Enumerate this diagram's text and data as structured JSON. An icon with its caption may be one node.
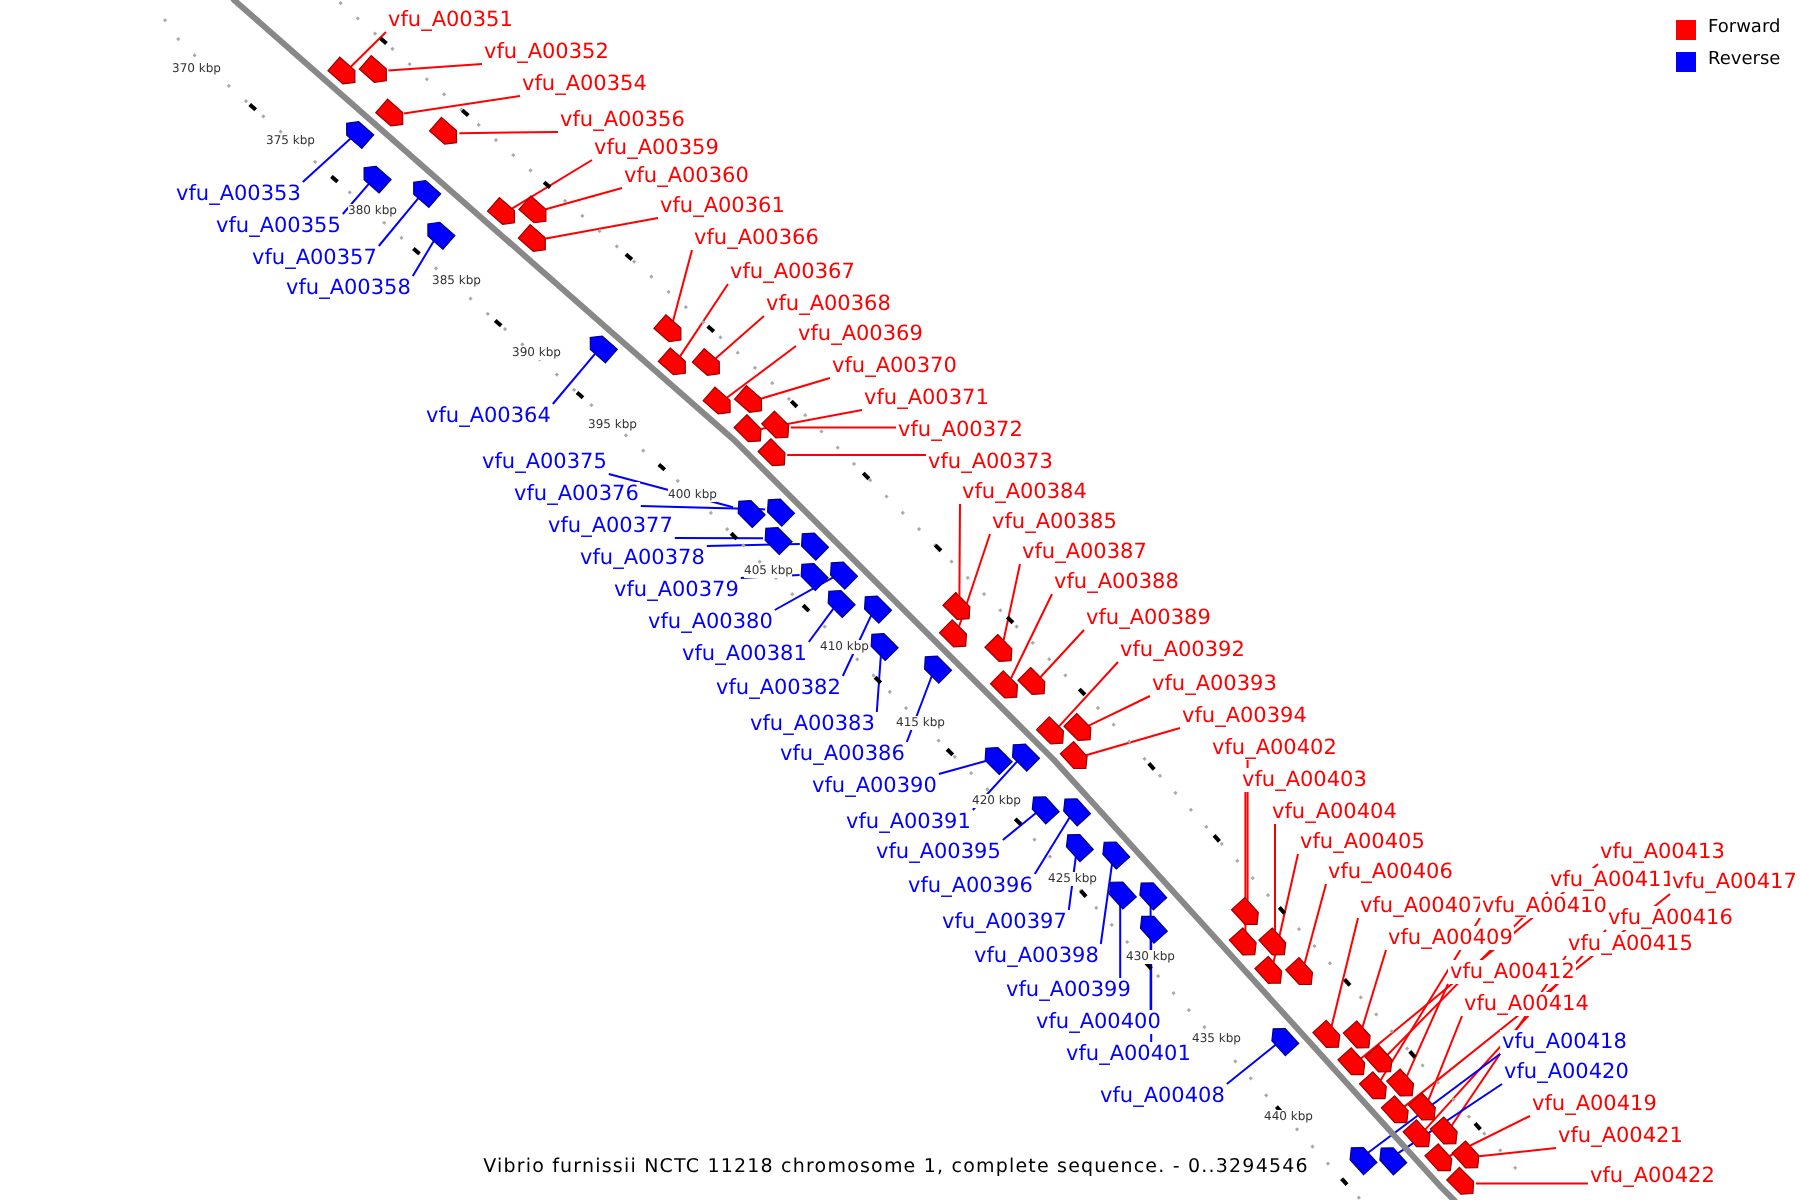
{
  "diagram": {
    "caption": "Vibrio furnissii NCTC 11218 chromosome 1, complete sequence. - 0..3294546",
    "nodes": [
      {
        "text": [
          "vfu_A00351"
        ]
      },
      {
        "text": [
          "vfu_A00352"
        ]
      },
      {
        "text": [
          "vfu_A00354"
        ]
      },
      {
        "text": [
          "vfu_A00356"
        ]
      },
      {
        "text": [
          "vfu_A00359"
        ]
      },
      {
        "text": [
          "vfu_A00360"
        ]
      },
      {
        "text": [
          "vfu_A00353"
        ]
      },
      {
        "text": [
          "vfu_A00361"
        ]
      },
      {
        "text": [
          "vfu_A00355"
        ]
      },
      {
        "text": [
          "vfu_A00366"
        ]
      },
      {
        "text": [
          "vfu_A00357"
        ]
      },
      {
        "text": [
          "vfu_A00367"
        ]
      },
      {
        "text": [
          "vfu_A00358"
        ]
      },
      {
        "text": [
          "vfu_A00368"
        ]
      },
      {
        "text": [
          "vfu_A00369"
        ]
      },
      {
        "text": [
          "vfu_A00370"
        ]
      },
      {
        "text": [
          "vfu_A00371"
        ]
      },
      {
        "text": [
          "vfu_A00364"
        ]
      },
      {
        "text": [
          "vfu_A00372"
        ]
      },
      {
        "text": [
          "vfu_A00375"
        ]
      },
      {
        "text": [
          "vfu_A00373"
        ]
      },
      {
        "text": [
          "vfu_A00376"
        ]
      },
      {
        "text": [
          "vfu_A00384"
        ]
      },
      {
        "text": [
          "vfu_A00377"
        ]
      },
      {
        "text": [
          "vfu_A00385"
        ]
      },
      {
        "text": [
          "vfu_A00378"
        ]
      },
      {
        "text": [
          "vfu_A00387"
        ]
      },
      {
        "text": [
          "vfu_A00379"
        ]
      },
      {
        "text": [
          "vfu_A00388"
        ]
      },
      {
        "text": [
          "vfu_A00380"
        ]
      },
      {
        "text": [
          "vfu_A00389"
        ]
      },
      {
        "text": [
          "vfu_A00381"
        ]
      },
      {
        "text": [
          "vfu_A00392"
        ]
      },
      {
        "text": [
          "vfu_A00382"
        ]
      },
      {
        "text": [
          "vfu_A00393"
        ]
      },
      {
        "text": [
          "vfu_A00383"
        ]
      },
      {
        "text": [
          "vfu_A00394"
        ]
      },
      {
        "text": [
          "vfu_A00386"
        ]
      },
      {
        "text": [
          "vfu_A00402"
        ]
      },
      {
        "text": [
          "vfu_A00390"
        ]
      },
      {
        "text": [
          "vfu_A00403"
        ]
      },
      {
        "text": [
          "vfu_A00391"
        ]
      },
      {
        "text": [
          "vfu_A00404"
        ]
      },
      {
        "text": [
          "vfu_A00395"
        ]
      },
      {
        "text": [
          "vfu_A00405"
        ]
      },
      {
        "text": [
          "vfu_A00413"
        ]
      },
      {
        "text": [
          "vfu_A00396"
        ]
      },
      {
        "text": [
          "vfu_A00406"
        ]
      },
      {
        "text": [
          "vfu_A00411"
        ]
      },
      {
        "text": [
          "vfu_A00417"
        ]
      },
      {
        "text": [
          "vfu_A00397"
        ]
      },
      {
        "text": [
          "vfu_A00407"
        ]
      },
      {
        "text": [
          "vfu_A00410"
        ]
      },
      {
        "text": [
          "vfu_A00416"
        ]
      },
      {
        "text": [
          "vfu_A00409"
        ]
      },
      {
        "text": [
          "vfu_A00415"
        ]
      },
      {
        "text": [
          "vfu_A00398"
        ]
      },
      {
        "text": [
          "vfu_A00412"
        ]
      },
      {
        "text": [
          "vfu_A00399"
        ]
      },
      {
        "text": [
          "vfu_A00414"
        ]
      },
      {
        "text": [
          "vfu_A00400"
        ]
      },
      {
        "text": [
          "vfu_A00418"
        ]
      },
      {
        "text": [
          "vfu_A00401"
        ]
      },
      {
        "text": [
          "vfu_A00420"
        ]
      },
      {
        "text": [
          "vfu_A00408"
        ]
      },
      {
        "text": [
          "vfu_A00419"
        ]
      },
      {
        "text": [
          "vfu_A00421"
        ]
      },
      {
        "text": [
          "vfu_A00422"
        ]
      },
      {
        "text": [],
        "shape": "arrow"
      },
      {
        "text": [],
        "shape": "arrow"
      },
      {
        "text": [],
        "shape": "arrow"
      },
      {
        "text": [],
        "shape": "arrow"
      },
      {
        "text": [],
        "shape": "arrow"
      },
      {
        "text": [],
        "shape": "arrow"
      },
      {
        "text": [],
        "shape": "arrow"
      },
      {
        "text": [],
        "shape": "arrow"
      },
      {
        "text": [],
        "shape": "arrow"
      },
      {
        "text": [],
        "shape": "arrow"
      },
      {
        "text": [],
        "shape": "arrow"
      },
      {
        "text": [],
        "shape": "arrow"
      },
      {
        "text": [],
        "shape": "arrow"
      },
      {
        "text": [],
        "shape": "arrow"
      },
      {
        "text": [],
        "shape": "arrow"
      },
      {
        "text": [],
        "shape": "arrow"
      },
      {
        "text": [],
        "shape": "arrow"
      },
      {
        "text": [],
        "shape": "arrow"
      },
      {
        "text": [],
        "shape": "arrow"
      },
      {
        "text": [],
        "shape": "arrow"
      },
      {
        "text": [],
        "shape": "arrow"
      },
      {
        "text": [],
        "shape": "arrow"
      },
      {
        "text": [],
        "shape": "arrow"
      },
      {
        "text": [],
        "shape": "arrow"
      },
      {
        "text": [],
        "shape": "arrow"
      },
      {
        "text": [],
        "shape": "arrow"
      },
      {
        "text": [],
        "shape": "arrow"
      },
      {
        "text": [],
        "shape": "arrow"
      },
      {
        "text": [],
        "shape": "arrow"
      },
      {
        "text": [],
        "shape": "arrow"
      },
      {
        "text": [],
        "shape": "arrow"
      },
      {
        "text": [],
        "shape": "arrow"
      },
      {
        "text": [],
        "shape": "arrow"
      },
      {
        "text": [],
        "shape": "arrow"
      },
      {
        "text": [],
        "shape": "arrow"
      },
      {
        "text": [],
        "shape": "arrow"
      },
      {
        "text": [],
        "shape": "arrow"
      },
      {
        "text": [],
        "shape": "arrow"
      },
      {
        "text": [],
        "shape": "arrow"
      },
      {
        "text": [],
        "shape": "arrow"
      },
      {
        "text": [],
        "shape": "arrow"
      },
      {
        "text": [],
        "shape": "arrow"
      },
      {
        "text": [],
        "shape": "arrow"
      },
      {
        "text": [],
        "shape": "arrow"
      },
      {
        "text": [],
        "shape": "arrow"
      },
      {
        "text": [],
        "shape": "arrow"
      },
      {
        "text": [],
        "shape": "arrow"
      },
      {
        "text": [],
        "shape": "arrow"
      },
      {
        "text": [],
        "shape": "arrow"
      },
      {
        "text": [],
        "shape": "arrow"
      },
      {
        "text": [],
        "shape": "arrow"
      },
      {
        "text": [],
        "shape": "arrow"
      },
      {
        "text": [],
        "shape": "arrow"
      },
      {
        "text": [],
        "shape": "arrow"
      },
      {
        "text": [],
        "shape": "arrow"
      },
      {
        "text": [],
        "shape": "arrow"
      },
      {
        "text": [],
        "shape": "arrow"
      },
      {
        "text": [],
        "shape": "arrow"
      },
      {
        "text": [],
        "shape": "arrow"
      },
      {
        "text": [],
        "shape": "arrow"
      },
      {
        "text": [],
        "shape": "arrow"
      },
      {
        "text": [],
        "shape": "arrow"
      },
      {
        "text": [],
        "shape": "arrow"
      },
      {
        "text": [],
        "shape": "arrow"
      },
      {
        "text": [],
        "shape": "arrow"
      },
      {
        "text": [],
        "shape": "arrow"
      },
      {
        "text": [],
        "shape": "arrow"
      },
      {
        "text": [],
        "shape": "arrow"
      }
    ],
    "edges": [
      {
        "from": 0,
        "to": 68,
        "arrow": "none"
      },
      {
        "from": 1,
        "to": 69,
        "arrow": "none"
      },
      {
        "from": 2,
        "to": 70,
        "arrow": "none"
      },
      {
        "from": 3,
        "to": 71,
        "arrow": "none"
      },
      {
        "from": 4,
        "to": 72,
        "arrow": "none"
      },
      {
        "from": 5,
        "to": 73,
        "arrow": "none"
      },
      {
        "from": 6,
        "to": 74,
        "arrow": "none",
        "color": "#0000ff"
      },
      {
        "from": 7,
        "to": 75,
        "arrow": "none"
      },
      {
        "from": 8,
        "to": 76,
        "arrow": "none",
        "color": "#0000ff"
      },
      {
        "from": 9,
        "to": 77,
        "arrow": "none"
      },
      {
        "from": 10,
        "to": 78,
        "arrow": "none",
        "color": "#0000ff"
      },
      {
        "from": 11,
        "to": 79,
        "arrow": "none"
      },
      {
        "from": 12,
        "to": 80,
        "arrow": "none",
        "color": "#0000ff"
      },
      {
        "from": 13,
        "to": 81,
        "arrow": "none"
      },
      {
        "from": 14,
        "to": 82,
        "arrow": "none"
      },
      {
        "from": 15,
        "to": 83,
        "arrow": "none"
      },
      {
        "from": 16,
        "to": 84,
        "arrow": "none"
      },
      {
        "from": 17,
        "to": 85,
        "arrow": "none",
        "color": "#0000ff"
      },
      {
        "from": 18,
        "to": 86,
        "arrow": "none"
      },
      {
        "from": 19,
        "to": 87,
        "arrow": "none",
        "color": "#0000ff"
      },
      {
        "from": 20,
        "to": 88,
        "arrow": "none"
      },
      {
        "from": 21,
        "to": 89,
        "arrow": "none",
        "color": "#0000ff"
      },
      {
        "from": 22,
        "to": 90,
        "arrow": "none"
      },
      {
        "from": 23,
        "to": 91,
        "arrow": "none",
        "color": "#0000ff"
      },
      {
        "from": 24,
        "to": 92,
        "arrow": "none"
      },
      {
        "from": 25,
        "to": 93,
        "arrow": "none",
        "color": "#0000ff"
      },
      {
        "from": 26,
        "to": 94,
        "arrow": "none"
      },
      {
        "from": 27,
        "to": 95,
        "arrow": "none",
        "color": "#0000ff"
      },
      {
        "from": 28,
        "to": 96,
        "arrow": "none"
      },
      {
        "from": 29,
        "to": 97,
        "arrow": "none",
        "color": "#0000ff"
      },
      {
        "from": 30,
        "to": 98,
        "arrow": "none"
      },
      {
        "from": 31,
        "to": 99,
        "arrow": "none",
        "color": "#0000ff"
      },
      {
        "from": 32,
        "to": 100,
        "arrow": "none"
      },
      {
        "from": 33,
        "to": 101,
        "arrow": "none",
        "color": "#0000ff"
      },
      {
        "from": 34,
        "to": 102,
        "arrow": "none"
      },
      {
        "from": 35,
        "to": 103,
        "arrow": "none",
        "color": "#0000ff"
      },
      {
        "from": 36,
        "to": 104,
        "arrow": "none"
      },
      {
        "from": 37,
        "to": 105,
        "arrow": "none",
        "color": "#0000ff"
      },
      {
        "from": 38,
        "to": 106,
        "arrow": "none"
      },
      {
        "from": 39,
        "to": 107,
        "arrow": "none",
        "color": "#0000ff"
      },
      {
        "from": 40,
        "to": 108,
        "arrow": "none"
      },
      {
        "from": 41,
        "to": 109,
        "arrow": "none",
        "color": "#0000ff"
      },
      {
        "from": 42,
        "to": 110,
        "arrow": "none"
      },
      {
        "from": 43,
        "to": 111,
        "arrow": "none",
        "color": "#0000ff"
      },
      {
        "from": 44,
        "to": 112,
        "arrow": "none"
      },
      {
        "from": 45,
        "to": 113,
        "arrow": "none"
      },
      {
        "from": 46,
        "to": 114,
        "arrow": "none",
        "color": "#0000ff"
      },
      {
        "from": 47,
        "to": 115,
        "arrow": "none"
      },
      {
        "from": 48,
        "to": 116,
        "arrow": "none"
      },
      {
        "from": 49,
        "to": 117,
        "arrow": "none"
      },
      {
        "from": 50,
        "to": 118,
        "arrow": "none",
        "color": "#0000ff"
      },
      {
        "from": 51,
        "to": 119,
        "arrow": "none"
      },
      {
        "from": 52,
        "to": 120,
        "arrow": "none"
      },
      {
        "from": 53,
        "to": 121,
        "arrow": "none"
      },
      {
        "from": 54,
        "to": 122,
        "arrow": "none"
      },
      {
        "from": 55,
        "to": 123,
        "arrow": "none"
      },
      {
        "from": 56,
        "to": 124,
        "arrow": "none",
        "color": "#0000ff"
      },
      {
        "from": 57,
        "to": 125,
        "arrow": "none"
      },
      {
        "from": 58,
        "to": 126,
        "arrow": "none",
        "color": "#0000ff"
      },
      {
        "from": 59,
        "to": 127,
        "arrow": "none"
      },
      {
        "from": 60,
        "to": 128,
        "arrow": "none",
        "color": "#0000ff"
      },
      {
        "from": 61,
        "to": 129,
        "arrow": "none",
        "color": "#0000ff"
      },
      {
        "from": 62,
        "to": 130,
        "arrow": "none",
        "color": "#0000ff"
      },
      {
        "from": 63,
        "to": 131,
        "arrow": "none",
        "color": "#0000ff"
      },
      {
        "from": 64,
        "to": 132,
        "arrow": "none",
        "color": "#0000ff"
      },
      {
        "from": 65,
        "to": 133,
        "arrow": "none"
      },
      {
        "from": 66,
        "to": 134,
        "arrow": "none"
      },
      {
        "from": 67,
        "to": 135,
        "arrow": "none"
      }
    ],
    "labels": [
      "370 kbp",
      "375 kbp",
      "380 kbp",
      "385 kbp",
      "390 kbp",
      "395 kbp",
      "400 kbp",
      "405 kbp",
      "410 kbp",
      "415 kbp",
      "420 kbp",
      "425 kbp",
      "430 kbp",
      "435 kbp",
      "440 kbp"
    ],
    "legend": [
      {
        "text": "Forward",
        "color": "#ff0000"
      },
      {
        "text": "Reverse",
        "color": "#0000ff"
      }
    ]
  }
}
